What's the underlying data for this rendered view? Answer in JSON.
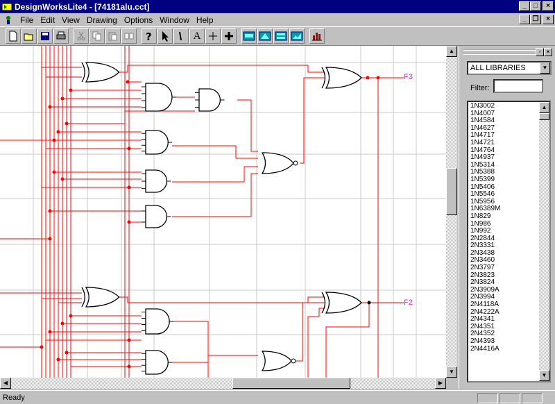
{
  "window": {
    "title": "DesignWorksLite4 - [74181alu.cct]"
  },
  "menu": {
    "items": [
      {
        "label": "File"
      },
      {
        "label": "Edit"
      },
      {
        "label": "View"
      },
      {
        "label": "Drawing"
      },
      {
        "label": "Options"
      },
      {
        "label": "Window"
      },
      {
        "label": "Help"
      }
    ]
  },
  "toolbar": {
    "buttons": [
      "new-icon",
      "open-icon",
      "save-icon",
      "print-icon",
      "cut-icon",
      "copy-icon",
      "paste-icon",
      "paste-special-icon",
      "help-pointer-icon",
      "arrow-tool-icon",
      "wire-tool-icon",
      "text-tool-icon",
      "crosshair-icon",
      "zoom-plus-icon",
      "picture-1-icon",
      "picture-2-icon",
      "picture-3-icon",
      "picture-4-icon",
      "simulation-chart-icon"
    ],
    "text_tool": "A"
  },
  "schematic": {
    "signal_labels": [
      "F3",
      "F2"
    ],
    "wire_color": "#ff0000",
    "gate_color": "#000000",
    "label_color": "#ff00ff",
    "grid_color": "#c8c8c8"
  },
  "library_panel": {
    "library_select": "ALL LIBRARIES",
    "filter_label": "Filter:",
    "filter_value": "",
    "parts": [
      "1N3002",
      "1N4007",
      "1N4584",
      "1N4627",
      "1N4717",
      "1N4721",
      "1N4764",
      "1N4937",
      "1N5314",
      "1N5388",
      "1N5399",
      "1N5406",
      "1N5546",
      "1N5956",
      "1N6389M",
      "1N829",
      "1N986",
      "1N992",
      "2N2844",
      "2N3331",
      "2N3438",
      "2N3460",
      "2N3797",
      "2N3823",
      "2N3824",
      "2N3909A",
      "2N3994",
      "2N4118A",
      "2N4222A",
      "2N4341",
      "2N4351",
      "2N4352",
      "2N4393",
      "2N4416A"
    ]
  },
  "status": {
    "text": "Ready"
  }
}
